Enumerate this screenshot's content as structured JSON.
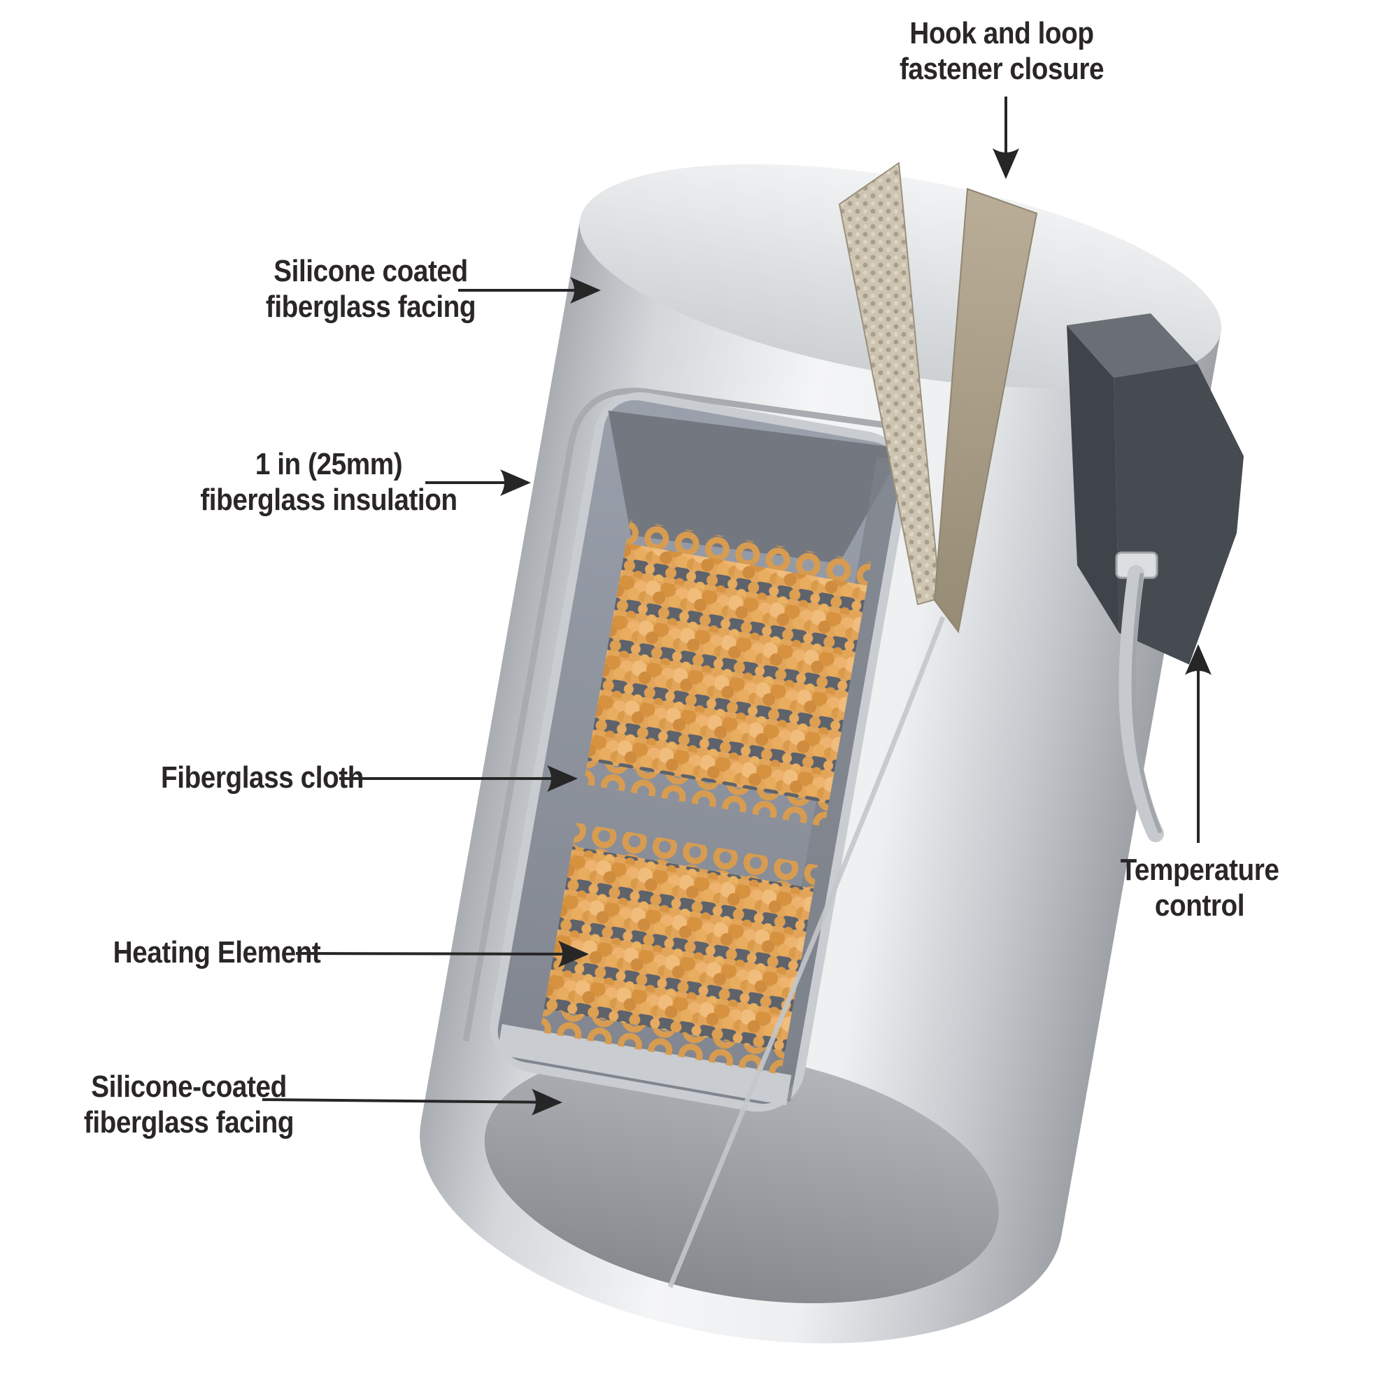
{
  "diagram": {
    "labels": {
      "hook_loop": "Hook and loop\nfastener closure",
      "silicone_top": "Silicone coated\nfiberglass facing",
      "insulation": "1 in (25mm)\nfiberglass insulation",
      "cloth": "Fiberglass cloth",
      "heating": "Heating Element",
      "silicone_bottom": "Silicone-coated\nfiberglass facing",
      "temperature": "Temperature\ncontrol"
    },
    "colors": {
      "background": "#ffffff",
      "text": "#2a2627",
      "arrow": "#262626",
      "shell_light": "#f4f5f6",
      "shell_mid": "#c9ccd0",
      "shell_dark": "#a7abb0",
      "recess_panel": "#8e939d",
      "recess_ceiling": "#737880",
      "cut_edge": "#c9ccd0",
      "mesh_orange": "#e2a55a",
      "mesh_orange_light": "#f0bd7c",
      "mesh_slot": "#5d626b",
      "mesh_loop": "#d89c50",
      "strap_loop_beige": "#cdc4b1",
      "strap_dot": "#a89e89",
      "strap_hook_tan": "#b0a48d",
      "control_box": "#464b51",
      "control_box_side": "#5d6268",
      "cable": "#c6c9cd"
    }
  }
}
